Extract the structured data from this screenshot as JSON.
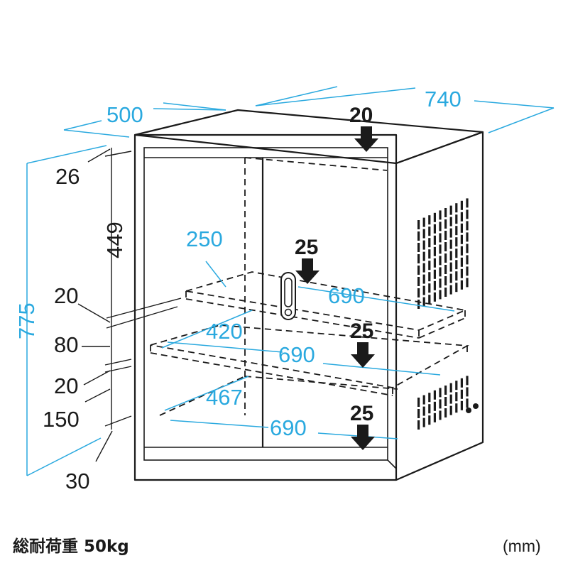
{
  "dimensions": {
    "width": "740",
    "depth": "500",
    "height": "775",
    "shelf_depth_top": "250",
    "shelf_depth_mid": "420",
    "shelf_depth_bottom": "467",
    "shelf_width_top": "690",
    "shelf_width_mid": "690",
    "shelf_width_bottom": "690",
    "side_top": "26",
    "side_upper": "449",
    "side_shelf1": "20",
    "side_gap": "80",
    "side_shelf2": "20",
    "side_lower": "150",
    "side_bottom": "30"
  },
  "loads": {
    "top": "20",
    "shelf_upper": "25",
    "shelf_middle": "25",
    "bottom": "25"
  },
  "footer": {
    "total_load": "総耐荷重 50kg",
    "unit": "(mm)"
  },
  "colors": {
    "dimension_cyan": "#2aa9df",
    "line_black": "#1a1a1a"
  }
}
